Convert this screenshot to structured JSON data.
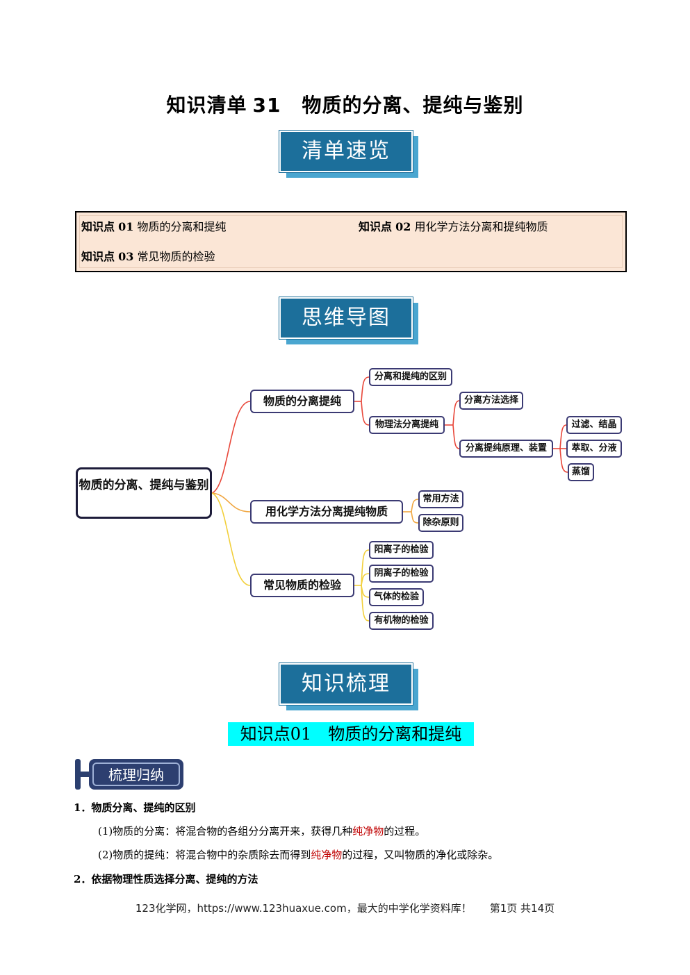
{
  "title": {
    "prefix": "知识清单",
    "number": "31",
    "main": "物质的分离、提纯与鉴别"
  },
  "banners": {
    "overview": "清单速览",
    "mindmap": "思维导图",
    "review": "知识梳理"
  },
  "overview": [
    {
      "label": "知识点",
      "num": "01",
      "text": "物质的分离和提纯"
    },
    {
      "label": "知识点",
      "num": "02",
      "text": "用化学方法分离和提纯物质"
    },
    {
      "label": "知识点",
      "num": "03",
      "text": "常见物质的检验"
    }
  ],
  "mindmap": {
    "root": "物质的分离、提纯与鉴别",
    "branch1": {
      "label": "物质的分离提纯",
      "distinction": "分离和提纯的区别",
      "physical": "物理法分离提纯",
      "method_choice": "分离方法选择",
      "principles": "分离提纯原理、装置",
      "leaves": [
        "过滤、结晶",
        "萃取、分液",
        "蒸馏"
      ]
    },
    "branch2": {
      "label": "用化学方法分离提纯物质",
      "children": [
        "常用方法",
        "除杂原则"
      ]
    },
    "branch3": {
      "label": "常见物质的检验",
      "children": [
        "阳离子的检验",
        "阴离子的检验",
        "气体的检验",
        "有机物的检验"
      ]
    }
  },
  "section1": {
    "title": "知识点01　物质的分离和提纯",
    "tag": "梳理归纳"
  },
  "content": {
    "item1": "1．物质分离、提纯的区别",
    "p1_a": "(1)物质的分离：将混合物的各组分分离开来，获得几种",
    "p1_red": "纯净物",
    "p1_b": "的过程。",
    "p2_a": "(2)物质的提纯：将混合物中的杂质除去而得到",
    "p2_red": "纯净物",
    "p2_b": "的过程，又叫物质的净化或除杂。",
    "item2": "2．依据物理性质选择分离、提纯的方法"
  },
  "footer": {
    "site": "123化学网，https://www.123huaxue.com，最大的中学化学资料库！",
    "page": "第1页 共14页"
  }
}
